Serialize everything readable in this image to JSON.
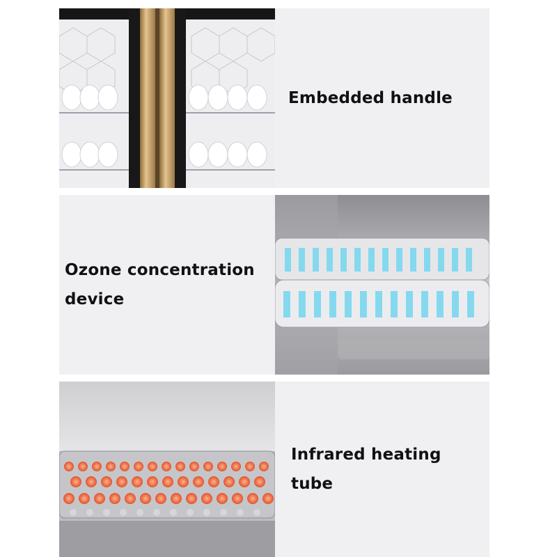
{
  "features": [
    {
      "label": "Embedded handle",
      "image": "cabinet-doors-with-embedded-handle"
    },
    {
      "label": "Ozone concentration device",
      "image": "ozone-device-racks"
    },
    {
      "label": "Infrared heating tube",
      "image": "infrared-heating-tube"
    }
  ],
  "colors": {
    "text_panel_bg": "#f0f0f2",
    "handle_gold": "#c9a062",
    "door_frame": "#1a1a1a",
    "uv_blue": "#7ad8f0",
    "heat_orange": "#f07a4a"
  }
}
